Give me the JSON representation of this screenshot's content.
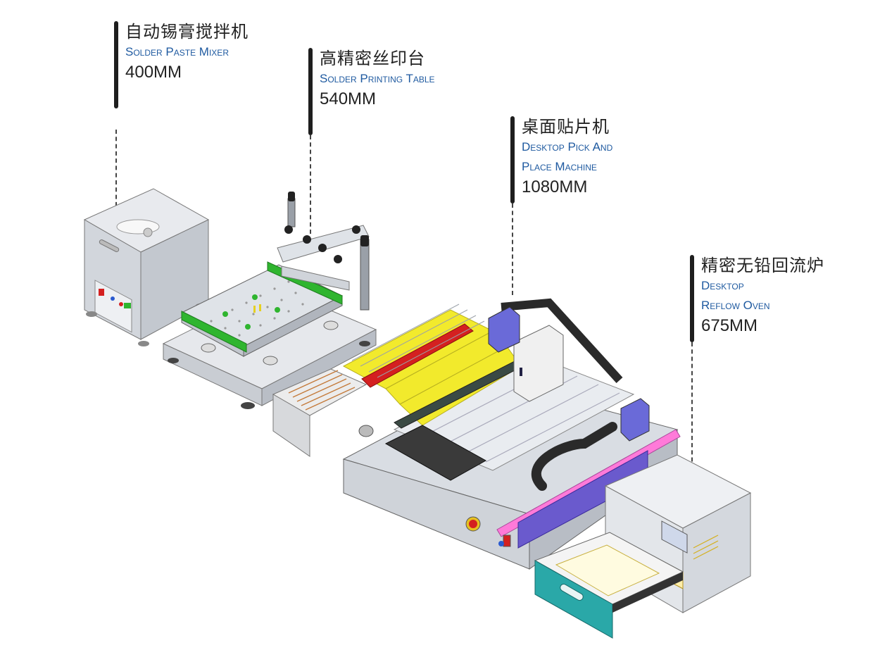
{
  "callouts": [
    {
      "id": "mixer",
      "cn": "自动锡膏搅拌机",
      "en": [
        "Solder Paste Mixer"
      ],
      "size": "400MM"
    },
    {
      "id": "printer",
      "cn": "高精密丝印台",
      "en": [
        "Solder Printing Table"
      ],
      "size": "540MM"
    },
    {
      "id": "pnp",
      "cn": "桌面贴片机",
      "en": [
        "Desktop Pick And",
        "Place Machine"
      ],
      "size": "1080MM"
    },
    {
      "id": "oven",
      "cn": "精密无铅回流炉",
      "en": [
        "Desktop",
        "Reflow Oven"
      ],
      "size": "675MM"
    }
  ],
  "colors": {
    "label_blue": "#1f5aa0",
    "bar_dark": "#1e1e1e",
    "machine_gray": "#d9dde3",
    "accent_green": "#2fb52f",
    "feeder_yellow": "#f2ea2c",
    "feeder_red": "#d42020",
    "drawer_teal": "#2aa8a8",
    "axis_purple": "#6a5acd"
  }
}
